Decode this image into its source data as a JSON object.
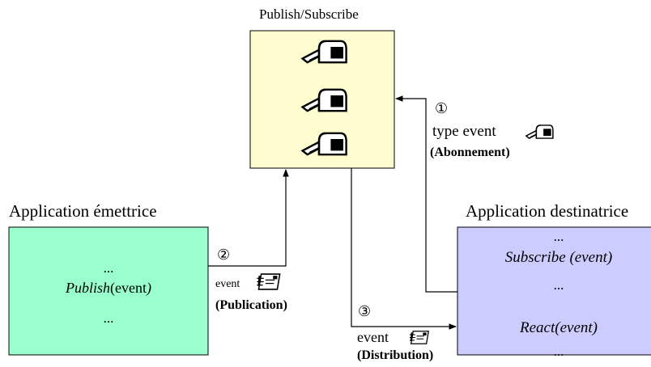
{
  "pubsub": {
    "title": "Publish/Subscribe",
    "fill": "#fdfdd0",
    "mailbox_count": 3
  },
  "emitter": {
    "title": "Application émettrice",
    "fill": "#99ffcc",
    "line1": "...",
    "publish_fn": "Publish",
    "publish_arg": "(event",
    "publish_close": ")",
    "line3": "..."
  },
  "receiver": {
    "title": "Application destinatrice",
    "fill": "#ccccff",
    "line1": "...",
    "subscribe": "Subscribe (event)",
    "line3": "...",
    "react": "React(event)",
    "line5": "..."
  },
  "steps": {
    "subscription": {
      "number": "①",
      "label": "type event",
      "caption": "(Abonnement)",
      "icon": "mailbox-icon"
    },
    "publication": {
      "number": "②",
      "label": "event",
      "caption": "(Publication)",
      "icon": "letter-icon"
    },
    "distribution": {
      "number": "③",
      "label": "event",
      "caption": "(Distribution)",
      "icon": "letter-icon"
    }
  }
}
